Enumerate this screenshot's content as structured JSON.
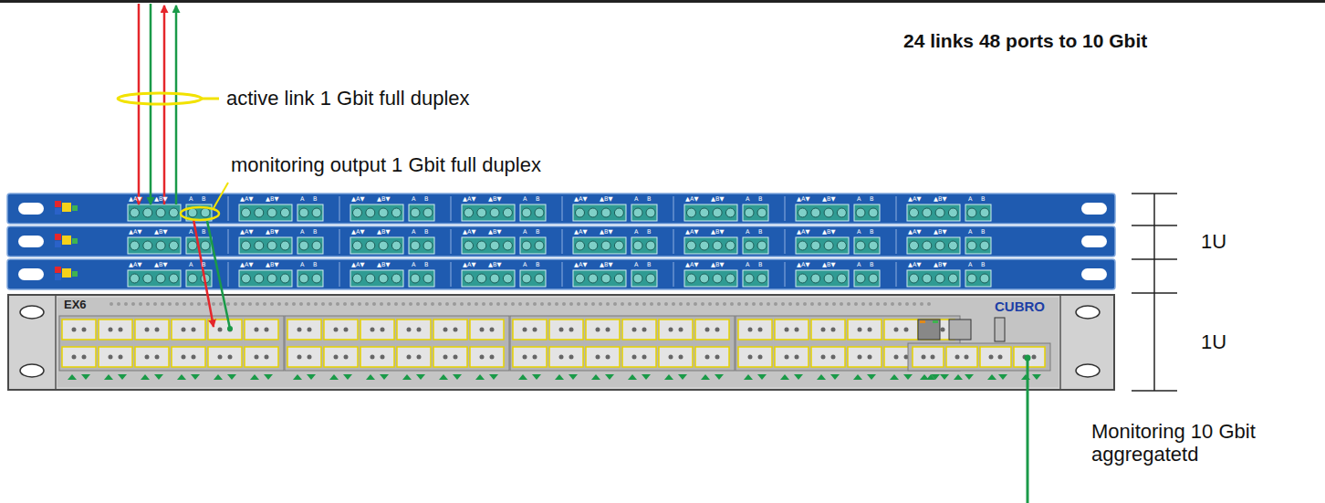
{
  "diagram": {
    "title": "24 links 48 ports to 10 Gbit",
    "nodes": [
      {
        "text": [
          "EX6",
          "CUBRO"
        ]
      }
    ],
    "labels": [
      "active link 1 Gbit full duplex",
      "monitoring output 1 Gbit full duplex",
      "1U",
      "1U",
      "Monitoring 10 Gbit aggregatetd",
      "▲A▼",
      "▲B▼",
      "A",
      "B",
      "▲A▼",
      "▲B▼",
      "A",
      "B",
      "▲A▼",
      "▲B▼",
      "A",
      "B",
      "▲A▼",
      "▲B▼",
      "A",
      "B",
      "▲A▼",
      "▲B▼",
      "A",
      "B",
      "▲A▼",
      "▲B▼",
      "A",
      "B",
      "▲A▼",
      "▲B▼",
      "A",
      "B",
      "▲A▼",
      "▲B▼",
      "A",
      "B",
      "▲A▼",
      "▲B▼",
      "A",
      "B",
      "▲A▼",
      "▲B▼",
      "A",
      "B",
      "▲A▼",
      "▲B▼",
      "A",
      "B",
      "▲A▼",
      "▲B▼",
      "A",
      "B",
      "▲A▼",
      "▲B▼",
      "A",
      "B",
      "▲A▼",
      "▲B▼",
      "A",
      "B",
      "▲A▼",
      "▲B▼",
      "A",
      "B",
      "▲A▼",
      "▲B▼",
      "A",
      "B",
      "▲A▼",
      "▲B▼",
      "A",
      "B",
      "▲A▼",
      "▲B▼",
      "A",
      "B",
      "▲A▼",
      "▲B▼",
      "A",
      "B",
      "▲A▼",
      "▲B▼",
      "A",
      "B",
      "▲A▼",
      "▲B▼",
      "A",
      "B",
      "▲A▼",
      "▲B▼",
      "A",
      "B",
      "▲A▼",
      "▲B▼",
      "A",
      "B",
      "▲A▼",
      "▲B▼",
      "A",
      "B"
    ]
  }
}
